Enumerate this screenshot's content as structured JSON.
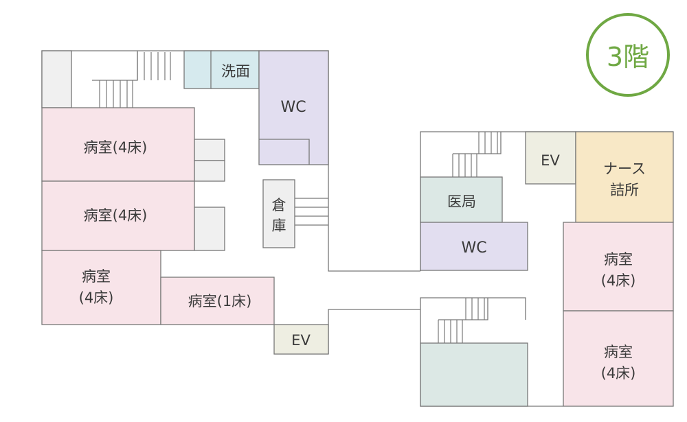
{
  "floor_badge": {
    "label": "3階",
    "color": "#6fa843"
  },
  "colors": {
    "patient_room": "#f8e4e9",
    "wc": "#e2def0",
    "washroom": "#d6eaee",
    "doctors_office": "#dce8e5",
    "storage": "#efefef",
    "ev": "#eeeee2",
    "nurse_station": "#f8e8c6",
    "fixture": "#f0f0f0"
  },
  "rooms": {
    "room_a": "病室(4床)",
    "room_b": "病室(4床)",
    "room_c_line1": "病室",
    "room_c_line2": "(4床)",
    "room_d": "病室(1床)",
    "wash": "洗面",
    "wc_left": "WC",
    "storage_line1": "倉",
    "storage_line2": "庫",
    "ev_bottom": "EV",
    "ev_top": "EV",
    "ikyoku": "医局",
    "wc_right": "WC",
    "nurse_line1": "ナース",
    "nurse_line2": "詰所",
    "room_e_line1": "病室",
    "room_e_line2": "(4床)",
    "room_f_line1": "病室",
    "room_f_line2": "(4床)"
  }
}
